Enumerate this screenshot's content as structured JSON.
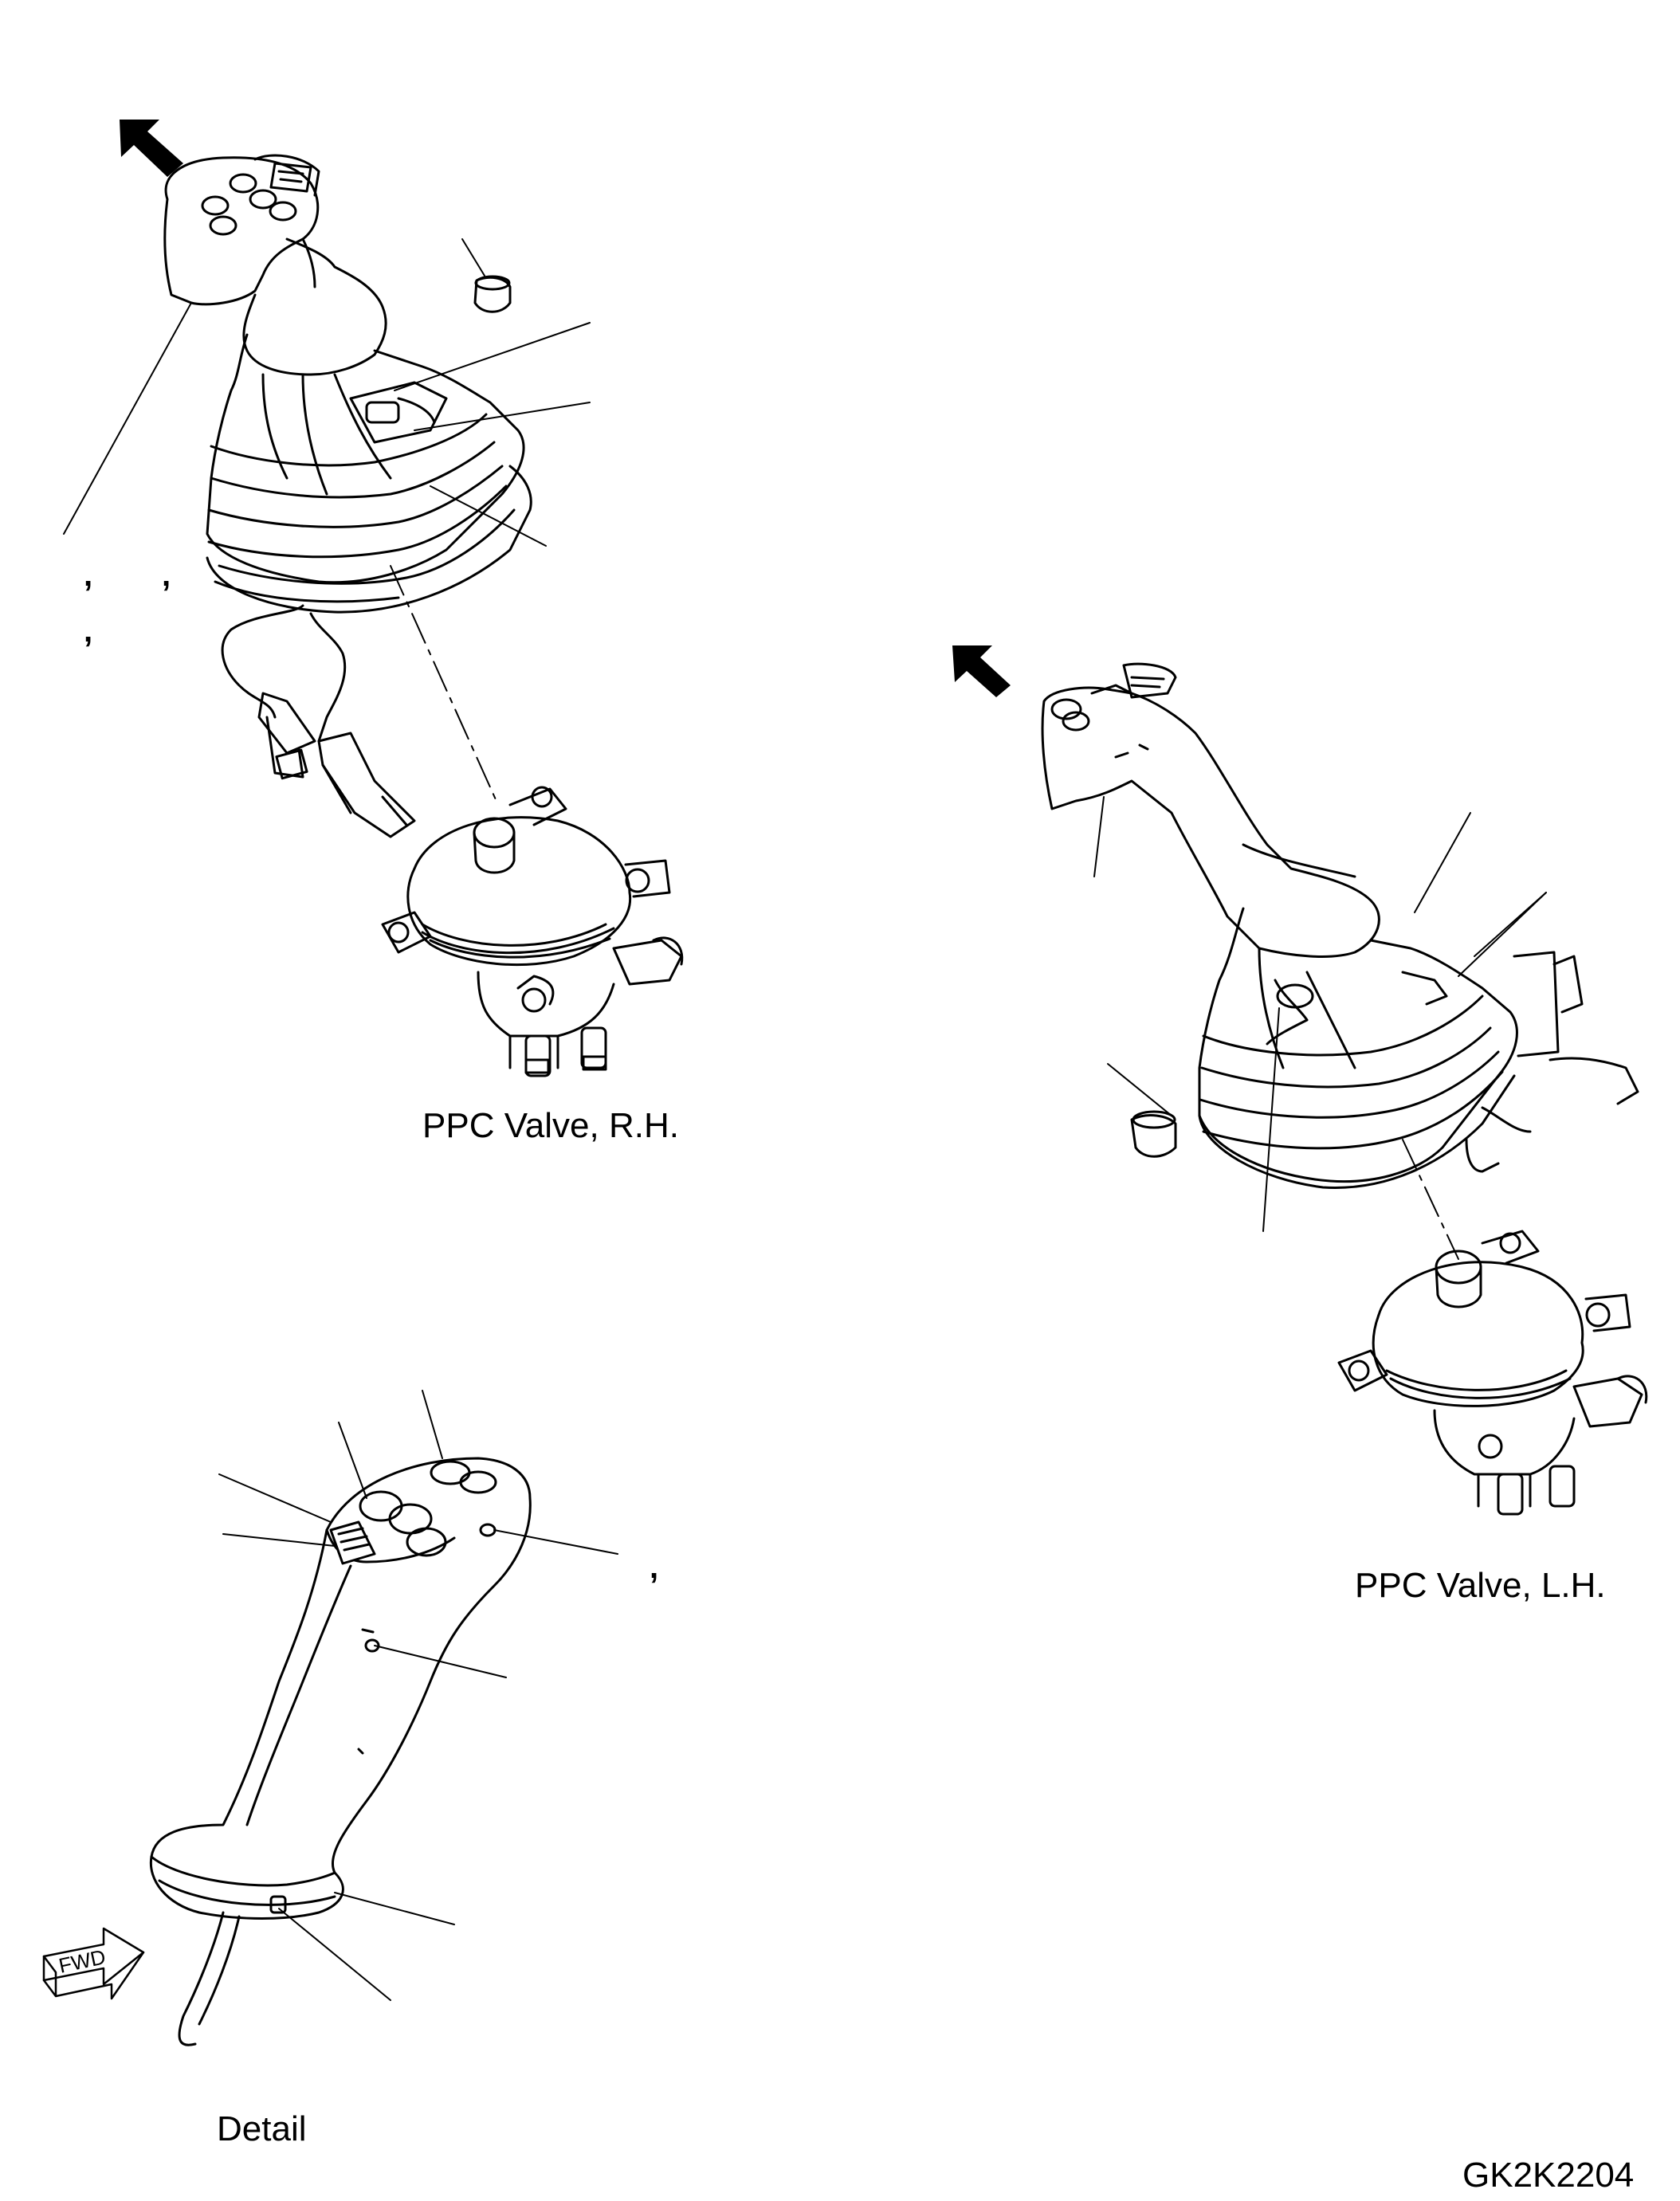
{
  "diagram": {
    "captions": {
      "rh": "PPC Valve, R.H.",
      "lh": "PPC Valve, L.H.",
      "detail": "Detail",
      "drawing_number": "GK2K2204"
    },
    "fwd_label": "FWD",
    "commas": [
      ",",
      ",",
      ",",
      ","
    ]
  }
}
